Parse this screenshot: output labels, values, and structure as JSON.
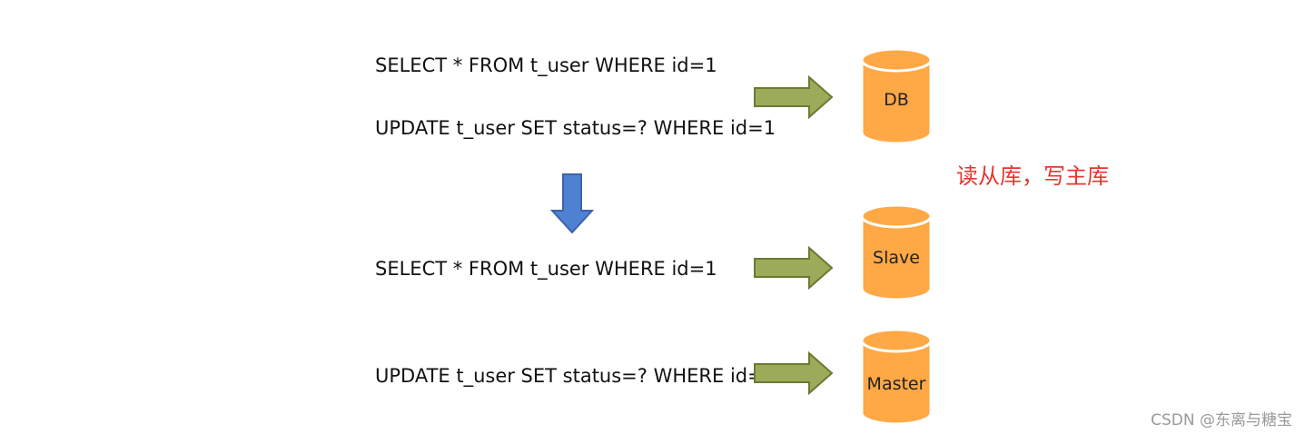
{
  "colors": {
    "arrow_right_fill": "#9bab5a",
    "arrow_right_stroke": "#6b7a32",
    "arrow_down_fill": "#4f81d3",
    "arrow_down_stroke": "#3a64a8",
    "db_fill": "#ffa846",
    "db_stroke": "#ffffff",
    "note_color": "#e8352e"
  },
  "top_section": {
    "select_query": "SELECT * FROM t_user WHERE id=1",
    "update_query": "UPDATE t_user SET status=? WHERE id=1",
    "db_label": "DB"
  },
  "bottom_section": {
    "select_query": "SELECT * FROM t_user WHERE id=1",
    "slave_label": "Slave",
    "update_query": "UPDATE t_user SET status=? WHERE id=1",
    "master_label": "Master"
  },
  "note": "读从库，写主库",
  "watermark": "CSDN @东离与糖宝"
}
